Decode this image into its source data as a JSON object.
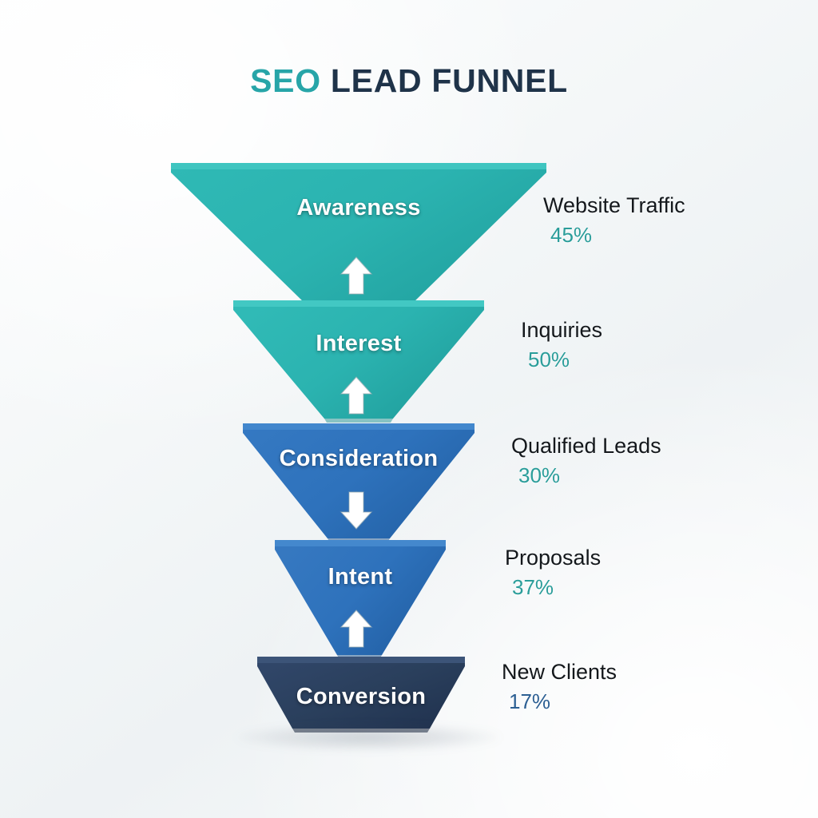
{
  "title": {
    "accent": "SEO",
    "main": "LEAD FUNNEL",
    "accent_color": "#27a5a8",
    "main_color": "#1f3349"
  },
  "colors": {
    "teal": "#2bb3b0",
    "teal_dark": "#1f9a98",
    "blue": "#2e72bc",
    "blue_dark": "#235d9e",
    "navy": "#2a3f5c",
    "navy_dark": "#1f2f47",
    "pct_teal": "#2a9d9a",
    "pct_navy": "#2c5f93",
    "background": "#f4f7f8",
    "label_text": "#ffffff"
  },
  "chart_data": {
    "type": "funnel",
    "title": "SEO LEAD FUNNEL",
    "stages": [
      {
        "stage": "Awareness",
        "metric": "Website Traffic",
        "percent": 45,
        "percent_label": "45%",
        "color": "#2bb3b0",
        "percent_color": "#2a9d9a",
        "arrow": "arrow-up-icon"
      },
      {
        "stage": "Interest",
        "metric": "Inquiries",
        "percent": 50,
        "percent_label": "50%",
        "color": "#2bb3b0",
        "percent_color": "#2a9d9a",
        "arrow": "arrow-up-icon"
      },
      {
        "stage": "Consideration",
        "metric": "Qualified Leads",
        "percent": 30,
        "percent_label": "30%",
        "color": "#2e72bc",
        "percent_color": "#2a9d9a",
        "arrow": "arrow-down-icon"
      },
      {
        "stage": "Intent",
        "metric": "Proposals",
        "percent": 37,
        "percent_label": "37%",
        "color": "#2e72bc",
        "percent_color": "#2a9d9a",
        "arrow": "arrow-up-icon"
      },
      {
        "stage": "Conversion",
        "metric": "New Clients",
        "percent": 17,
        "percent_label": "17%",
        "color": "#2a3f5c",
        "percent_color": "#2c5f93",
        "arrow": null
      }
    ]
  }
}
